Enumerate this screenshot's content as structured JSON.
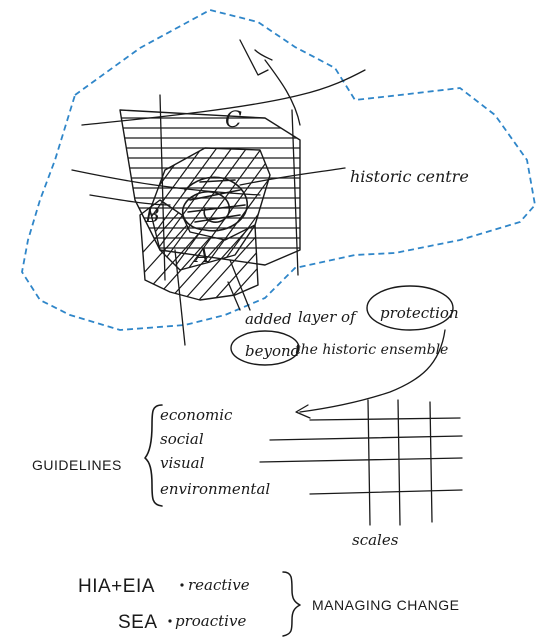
{
  "colors": {
    "ink": "#1a1a1a",
    "boundary": "#2f86c9",
    "paper": "#ffffff"
  },
  "sketch": {
    "zone_labels": {
      "c": "C",
      "b": "B",
      "a": "A"
    },
    "historic_centre_label": "historic centre",
    "protection_note": {
      "line1_words": [
        "added",
        "layer of",
        "protection"
      ],
      "line2_words": [
        "beyond",
        "the historic ensemble"
      ]
    }
  },
  "guidelines": {
    "heading": "GUIDELINES",
    "items": [
      "economic",
      "social",
      "visual",
      "environmental"
    ],
    "axis_label": "scales"
  },
  "assessment": {
    "lines": [
      {
        "tool": "HIA+EIA",
        "mode": "reactive"
      },
      {
        "tool": "SEA",
        "mode": "proactive"
      }
    ],
    "outcome": "MANAGING CHANGE"
  }
}
